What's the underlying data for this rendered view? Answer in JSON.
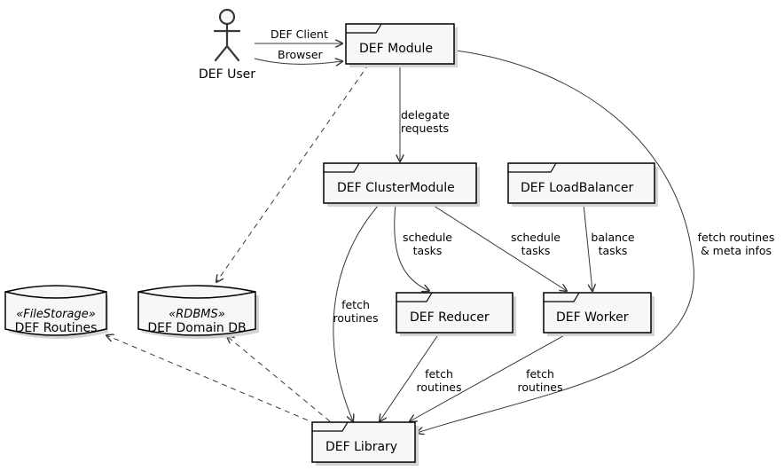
{
  "actor": {
    "label": "DEF User"
  },
  "components": {
    "module": "DEF Module",
    "cluster_module": "DEF ClusterModule",
    "load_balancer": "DEF LoadBalancer",
    "reducer": "DEF Reducer",
    "worker": "DEF Worker",
    "library": "DEF Library"
  },
  "databases": {
    "routines": {
      "stereotype": "«FileStorage»",
      "label": "DEF Routines"
    },
    "domain_db": {
      "stereotype": "«RDBMS»",
      "label": "DEF Domain DB"
    }
  },
  "edges": {
    "def_client": "DEF Client",
    "browser": "Browser",
    "delegate_1": "delegate",
    "delegate_2": "requests",
    "schedule_a_1": "schedule",
    "schedule_a_2": "tasks",
    "schedule_b_1": "schedule",
    "schedule_b_2": "tasks",
    "balance_1": "balance",
    "balance_2": "tasks",
    "fetch_meta_1": "fetch routines",
    "fetch_meta_2": "& meta infos",
    "cm_fetch_1": "fetch",
    "cm_fetch_2": "routines",
    "reducer_fetch_1": "fetch",
    "reducer_fetch_2": "routines",
    "worker_fetch_1": "fetch",
    "worker_fetch_2": "routines"
  }
}
